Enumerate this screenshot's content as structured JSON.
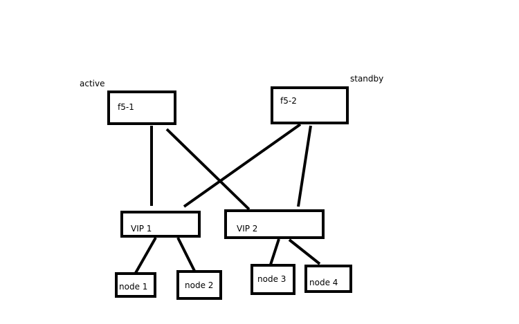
{
  "labels": {
    "active": "active",
    "standby": "standby"
  },
  "devices": {
    "f5_1": "f5-1",
    "f5_2": "f5-2"
  },
  "vips": {
    "vip1": "VIP 1",
    "vip2": "VIP 2"
  },
  "nodes": {
    "node1": "node 1",
    "node2": "node 2",
    "node3": "node 3",
    "node4": "node 4"
  },
  "connections": [
    [
      "f5-1",
      "VIP 1"
    ],
    [
      "f5-1",
      "VIP 2"
    ],
    [
      "f5-2",
      "VIP 1"
    ],
    [
      "f5-2",
      "VIP 2"
    ],
    [
      "VIP 1",
      "node 1"
    ],
    [
      "VIP 1",
      "node 2"
    ],
    [
      "VIP 2",
      "node 3"
    ],
    [
      "VIP 2",
      "node 4"
    ]
  ]
}
